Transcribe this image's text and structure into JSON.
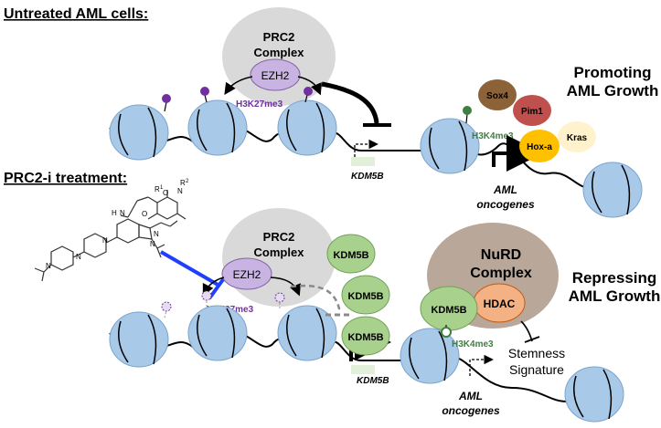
{
  "panel_top": {
    "title": "Untreated AML cells:",
    "complex_line1": "PRC2",
    "complex_line2": "Complex",
    "enzyme": "EZH2",
    "mark_repressive": "H3K27me3",
    "gene": "KDM5B",
    "mark_active": "H3K4me3",
    "oncogenes_line1": "AML",
    "oncogenes_line2": "oncogenes",
    "outcome_line1": "Promoting",
    "outcome_line2": "AML Growth",
    "oncogene_list": [
      "Sox4",
      "Pim1",
      "Hox-a",
      "Kras"
    ]
  },
  "panel_bottom": {
    "title": "PRC2-i treatment:",
    "complex_line1": "PRC2",
    "complex_line2": "Complex",
    "enzyme": "EZH2",
    "mark_repressive": "H3K27me3",
    "gene": "KDM5B",
    "kdm5b_proteins": [
      "KDM5B",
      "KDM5B",
      "KDM5B"
    ],
    "nurd_line1": "NuRD",
    "nurd_line2": "Complex",
    "hdac": "HDAC",
    "kdm5b_bound": "KDM5B",
    "mark_active": "H3K4me3",
    "target_line1": "Stemness",
    "target_line2": "Signature",
    "oncogenes_line1": "AML",
    "oncogenes_line2": "oncogenes",
    "outcome_line1": "Repressing",
    "outcome_line2": "AML Growth",
    "inhibitor_labels": [
      "R",
      "1",
      "O",
      "R",
      "2",
      "N",
      "O",
      "N",
      "N",
      "N",
      "N",
      "N",
      "H",
      "N"
    ]
  },
  "colors": {
    "nucleosome": "#a9c9e8",
    "prc2": "#d9d9d9",
    "ezh2": "#c9b3e3",
    "methyl_repressive": "#7030a0",
    "methyl_active": "#3f7f3f",
    "kdm5b": "#a9d18e",
    "nurd": "#b9a89a",
    "hdac": "#f4b183",
    "inhibitor_line": "#1f3fff",
    "sox4": "#8c6239",
    "pim1": "#c0504d",
    "hoxa": "#ffc000",
    "kras": "#fff2cc"
  }
}
